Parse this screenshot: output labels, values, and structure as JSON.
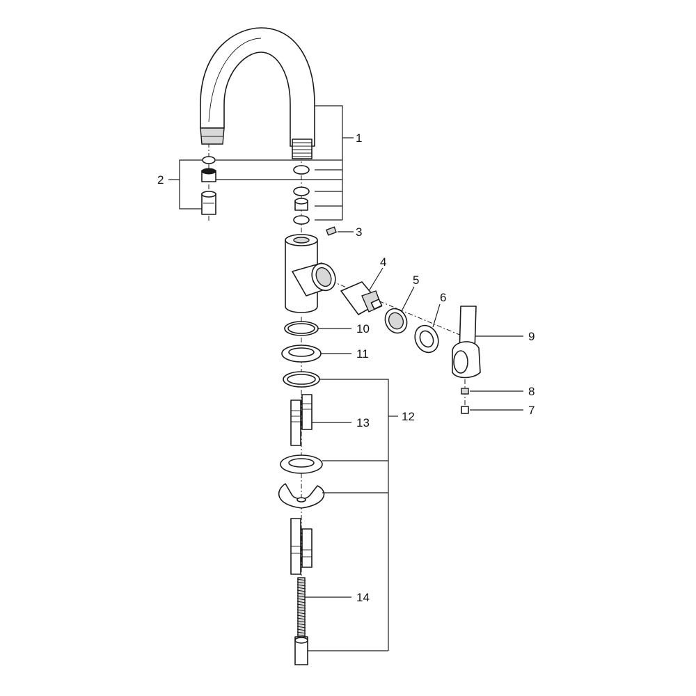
{
  "diagram": {
    "type": "exploded-parts-view",
    "callouts": [
      {
        "id": "c1",
        "label": "1"
      },
      {
        "id": "c2",
        "label": "2"
      },
      {
        "id": "c3",
        "label": "3"
      },
      {
        "id": "c4",
        "label": "4"
      },
      {
        "id": "c5",
        "label": "5"
      },
      {
        "id": "c6",
        "label": "6"
      },
      {
        "id": "c7",
        "label": "7"
      },
      {
        "id": "c8",
        "label": "8"
      },
      {
        "id": "c9",
        "label": "9"
      },
      {
        "id": "c10",
        "label": "10"
      },
      {
        "id": "c11",
        "label": "11"
      },
      {
        "id": "c12",
        "label": "12"
      },
      {
        "id": "c13",
        "label": "13"
      },
      {
        "id": "c14",
        "label": "14"
      }
    ]
  }
}
